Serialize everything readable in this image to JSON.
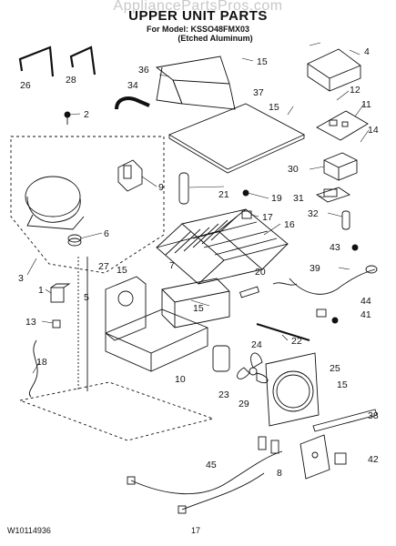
{
  "watermark": "AppliancePartsPros.com",
  "header": {
    "title": "UPPER UNIT PARTS",
    "model_line": "For Model: KSSO48FMX03",
    "finish_line": "(Etched Aluminum)"
  },
  "footer": {
    "doc_number": "W10114936",
    "page_number": "17"
  },
  "callouts": [
    "26",
    "28",
    "2",
    "34",
    "36",
    "15",
    "4",
    "37",
    "15",
    "12",
    "11",
    "14",
    "30",
    "9",
    "21",
    "19",
    "17",
    "16",
    "31",
    "32",
    "43",
    "39",
    "3",
    "6",
    "1",
    "13",
    "18",
    "5",
    "27",
    "15",
    "7",
    "20",
    "15",
    "44",
    "41",
    "22",
    "24",
    "25",
    "15",
    "23",
    "29",
    "10",
    "38",
    "42",
    "45",
    "8"
  ]
}
